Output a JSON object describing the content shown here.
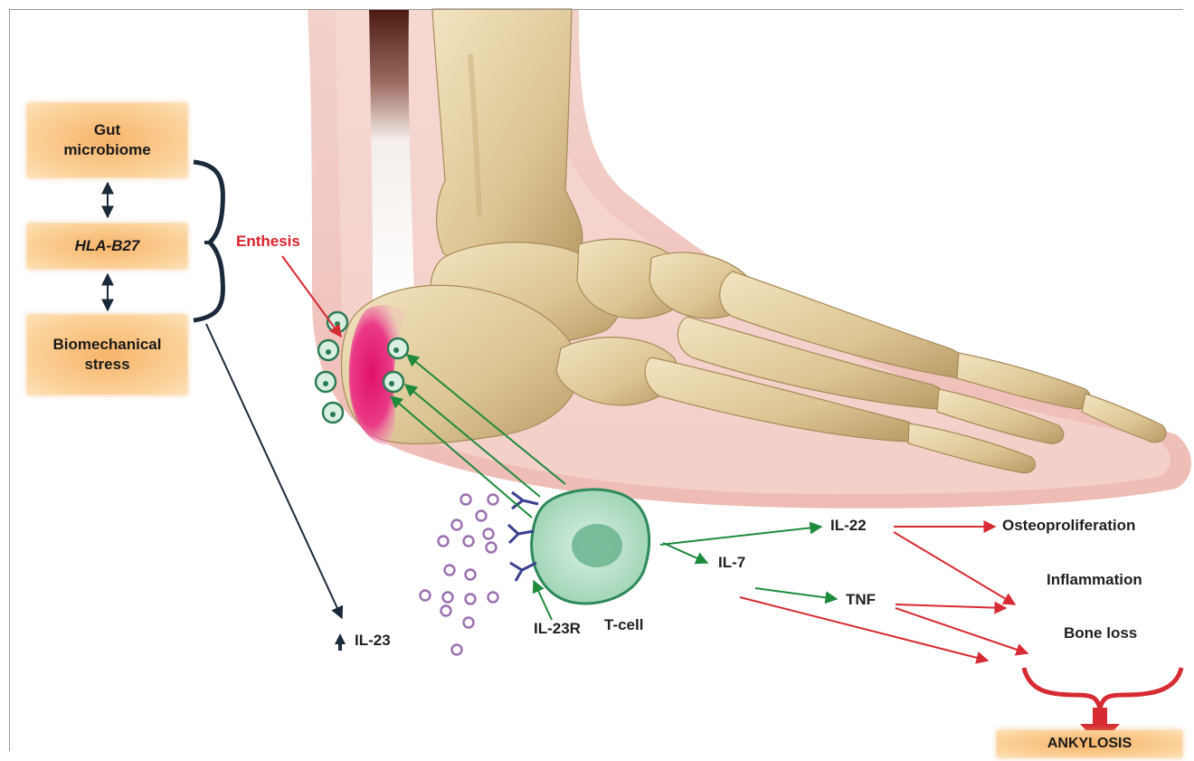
{
  "factors": {
    "gut": "Gut microbiome",
    "hla": "HLA-B27",
    "bio": "Biomechanical stress"
  },
  "labels": {
    "enthesis": "Enthesis",
    "il23": "IL-23",
    "il23r": "IL-23R",
    "tcell": "T-cell",
    "il22": "IL-22",
    "il7": "IL-7",
    "tnf": "TNF",
    "osteo": "Osteoproliferation",
    "inflammation": "Inflammation",
    "boneloss": "Bone loss",
    "ankylosis": "ANKYLOSIS"
  },
  "colors": {
    "enthesis_red": "#d9232e",
    "effect_red": "#d72b33",
    "pathway_green": "#1e8a3c",
    "navy": "#1b2a3a",
    "box_orange": "#f7b46a",
    "skin": "#f1c7c0",
    "bone": "#e3cfa3",
    "tcell_fill": "#b9e0c9",
    "cytokine_purple": "#9a6fb0"
  }
}
